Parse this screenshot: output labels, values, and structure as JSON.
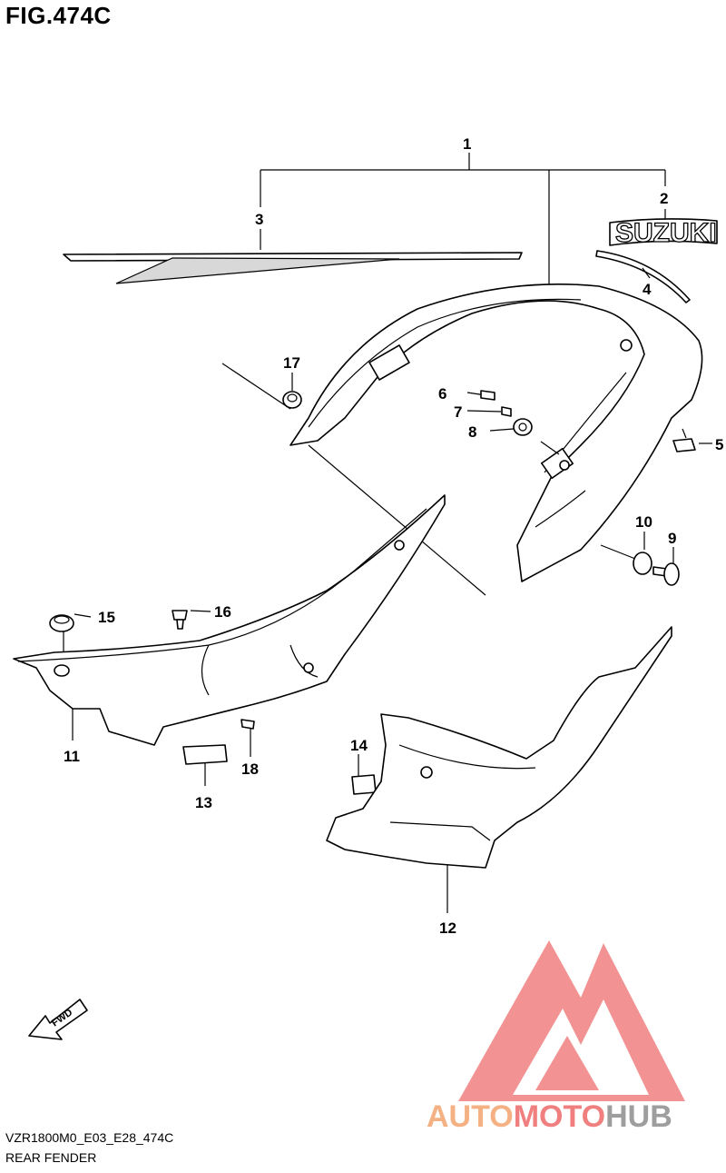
{
  "figure": {
    "title": "FIG.474C"
  },
  "footer": {
    "code": "VZR1800M0_E03_E28_474C",
    "name": "REAR FENDER"
  },
  "emblem_text": "SUZUKI",
  "fwd_label": "FWD",
  "watermark": {
    "brand_parts": [
      "AUTO",
      "MOTO",
      "HUB"
    ],
    "colors": [
      "#f4b183",
      "#f08080",
      "#9e9e9e"
    ]
  },
  "callouts": [
    "1",
    "2",
    "3",
    "4",
    "5",
    "6",
    "7",
    "8",
    "9",
    "10",
    "11",
    "12",
    "13",
    "14",
    "15",
    "16",
    "17",
    "18"
  ]
}
